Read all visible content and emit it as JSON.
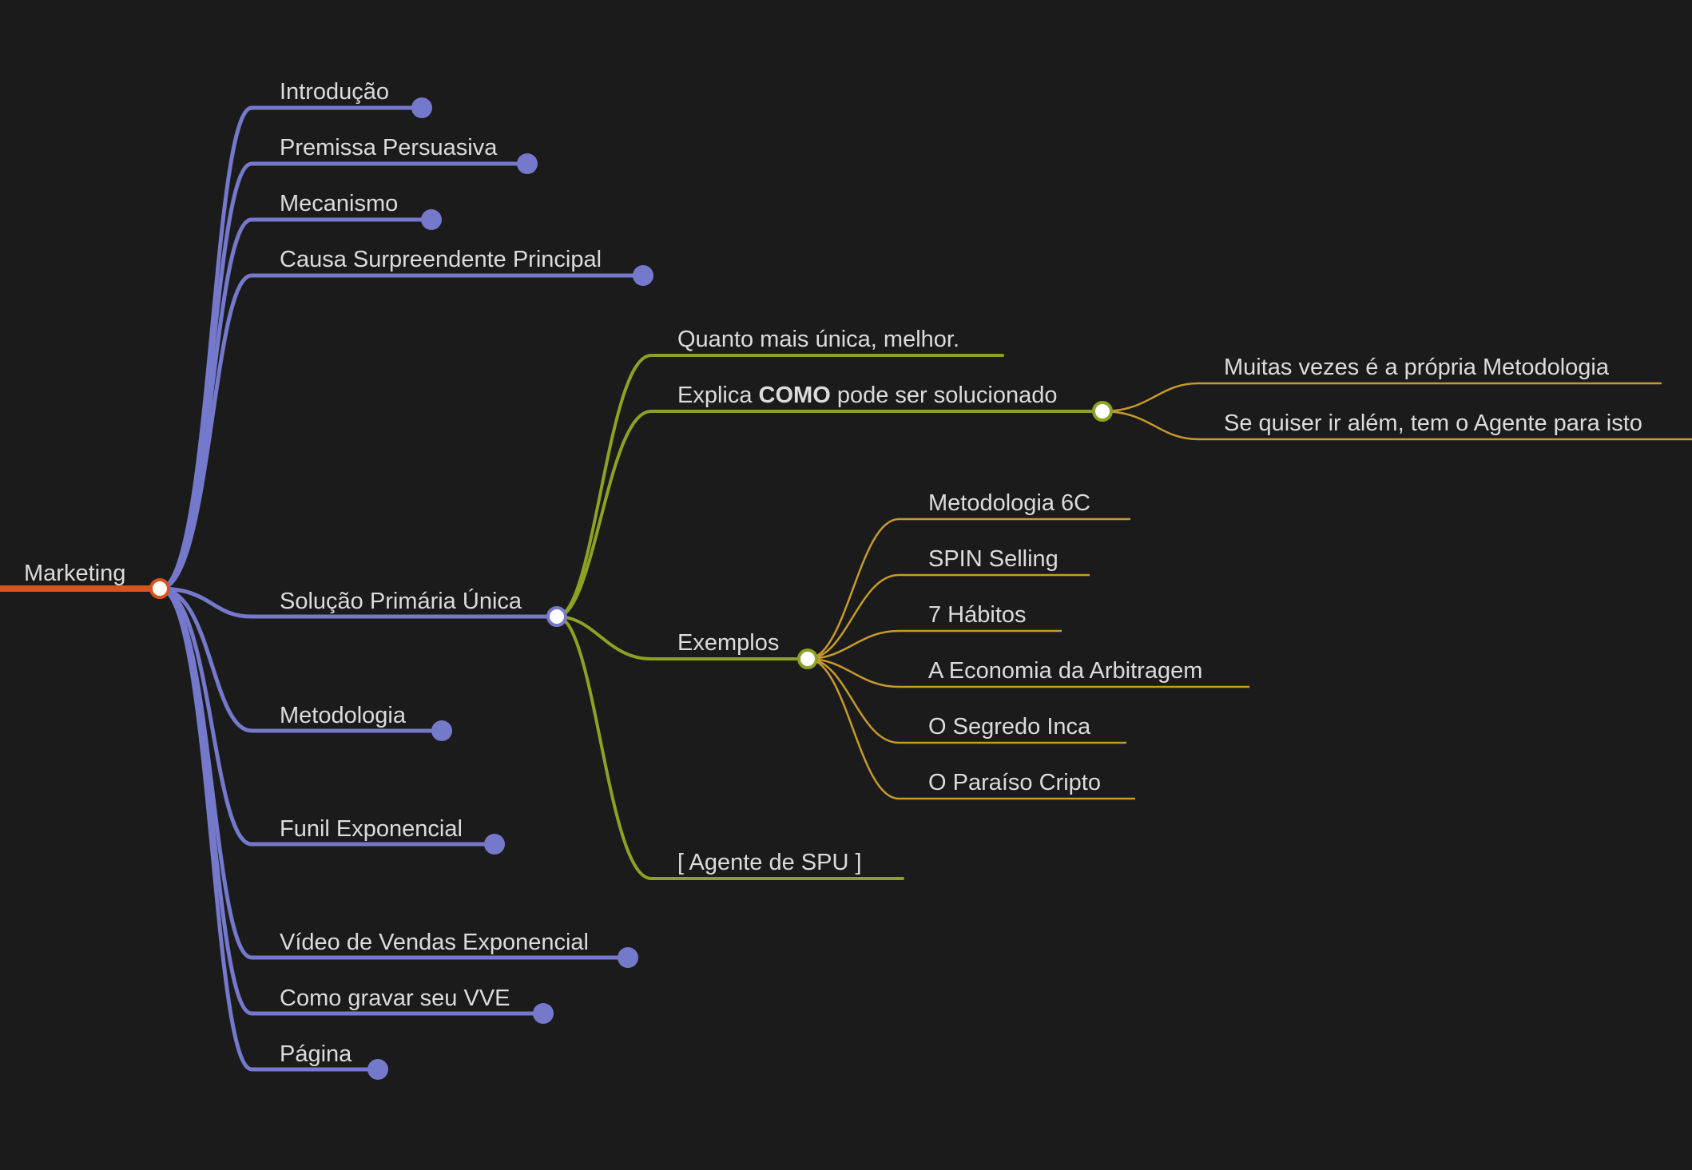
{
  "colors": {
    "background": "#1b1b1b",
    "root": "#d9531e",
    "level1": "#7579cc",
    "level2": "#8ea124",
    "level3": "#c79a2e",
    "text": "#dcdcdc"
  },
  "root": {
    "label": "Marketing"
  },
  "branches": [
    {
      "id": "introducao",
      "label": "Introdução",
      "collapsed": true
    },
    {
      "id": "premissa-persuasiva",
      "label": "Premissa Persuasiva",
      "collapsed": true
    },
    {
      "id": "mecanismo",
      "label": "Mecanismo",
      "collapsed": true
    },
    {
      "id": "causa-surpreendente-principal",
      "label": "Causa Surpreendente Principal",
      "collapsed": true
    },
    {
      "id": "solucao-primaria-unica",
      "label": "Solução Primária Única",
      "collapsed": false
    },
    {
      "id": "metodologia",
      "label": "Metodologia",
      "collapsed": true
    },
    {
      "id": "funil-exponencial",
      "label": "Funil Exponencial",
      "collapsed": true
    },
    {
      "id": "video-de-vendas-exponencial",
      "label": "Vídeo de Vendas Exponencial",
      "collapsed": true
    },
    {
      "id": "como-gravar-seu-vve",
      "label": "Como gravar seu VVE",
      "collapsed": true
    },
    {
      "id": "pagina",
      "label": "Página",
      "collapsed": true
    }
  ],
  "spu": {
    "children": {
      "quanto": {
        "label": "Quanto mais única, melhor."
      },
      "explica": {
        "label_before": "Explica ",
        "label_bold": "COMO",
        "label_after": " pode ser solucionado",
        "children": [
          {
            "label": "Muitas vezes é a própria Metodologia"
          },
          {
            "label": "Se quiser ir além, tem o Agente para isto"
          }
        ]
      },
      "exemplos": {
        "label": "Exemplos",
        "children": [
          {
            "label": "Metodologia 6C"
          },
          {
            "label": "SPIN Selling"
          },
          {
            "label": "7 Hábitos"
          },
          {
            "label": "A Economia da Arbitragem"
          },
          {
            "label": "O Segredo Inca"
          },
          {
            "label": "O Paraíso Cripto"
          }
        ]
      },
      "agente": {
        "label": "[ Agente de SPU ]"
      }
    }
  }
}
